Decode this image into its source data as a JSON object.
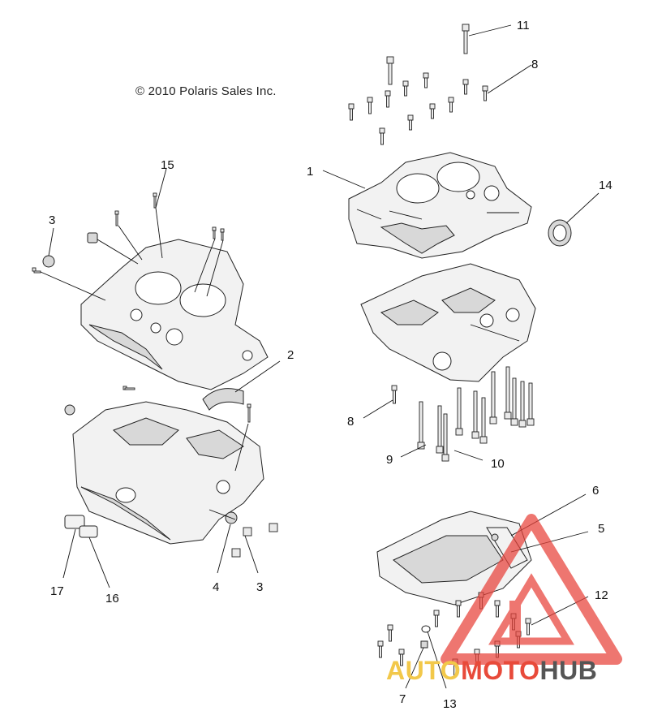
{
  "copyright": "© 2010 Polaris Sales Inc.",
  "callouts": [
    "1",
    "2",
    "3",
    "3",
    "4",
    "5",
    "6",
    "7",
    "8",
    "8",
    "9",
    "10",
    "11",
    "12",
    "13",
    "14",
    "15",
    "16",
    "17"
  ],
  "watermark": {
    "part1": "AUTO",
    "part2": "MOTO",
    "part3": "HUB",
    "colors": {
      "auto": "#f2c84a",
      "moto": "#e84a3a",
      "hub": "#555555",
      "triangle": "#e8423a"
    }
  }
}
